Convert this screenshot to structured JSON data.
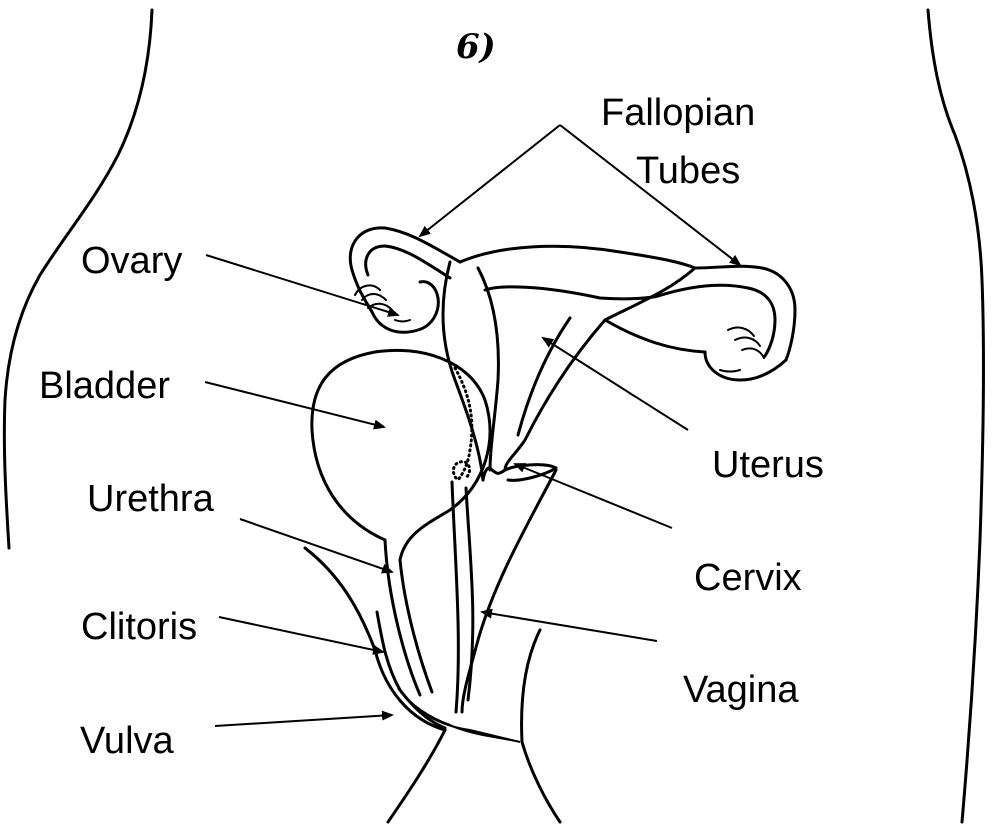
{
  "annotation": "6)",
  "labels": {
    "fallopian_line1": "Fallopian",
    "fallopian_line2": "Tubes",
    "ovary": "Ovary",
    "bladder": "Bladder",
    "uterus": "Uterus",
    "urethra": "Urethra",
    "cervix": "Cervix",
    "clitoris": "Clitoris",
    "vagina": "Vagina",
    "vulva": "Vulva"
  },
  "colors": {
    "ink": "#000000",
    "background": "#ffffff"
  }
}
